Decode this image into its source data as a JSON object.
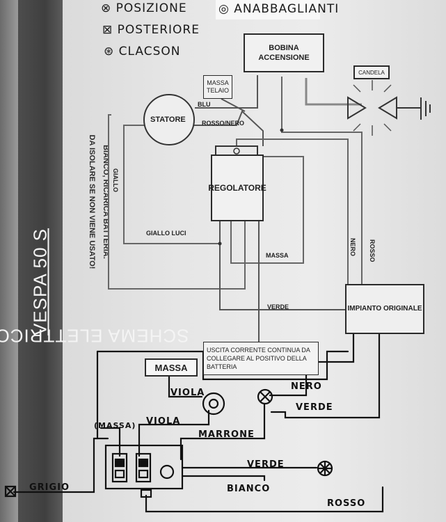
{
  "title": {
    "prefix": "SCHEMA ELETTRICO MODIFICATO ",
    "model": "VESPA 50 S"
  },
  "side_note": {
    "line1": "BIANCO, RICARICA BATTERIA.",
    "line2": "DA ISOLARE SE NON VIENE USATO!"
  },
  "legend": {
    "posizione": "⊗ POSIZIONE",
    "anabbaglianti": "◎ ANABBAGLIANTI",
    "posteriore": "⊠ POSTERIORE",
    "clacson": "⊛ CLACSON"
  },
  "components": {
    "bobina": "BOBINA ACCENSIONE",
    "candela": "CANDELA",
    "massa_telaio": "MASSA TELAIO",
    "statore": "STATORE",
    "regolatore": "REGOLATORE",
    "impianto": "IMPIANTO ORIGINALE",
    "uscita": "USCITA CORRENTE CONTINUA DA COLLEGARE AL POSITIVO DELLA BATTERIA",
    "massa_box": "MASSA"
  },
  "wires": {
    "blu": "BLU",
    "rosso_nero": "ROSSO/NERO",
    "giallo": "GIALLO",
    "giallo_luci": "GIALLO LUCI",
    "massa": "MASSA",
    "nero": "NERO",
    "rosso": "ROSSO",
    "verde": "VERDE"
  },
  "hand_labels": {
    "viola": "VIOLA",
    "nero": "NERO",
    "verde": "VERDE",
    "massa_paren": "(MASSA)",
    "viola2": "VIOLA",
    "marrone": "MARRONE",
    "verde2": "VERDE",
    "bianco": "BIANCO",
    "grigio": "GRIGIO",
    "rosso": "ROSSO"
  }
}
